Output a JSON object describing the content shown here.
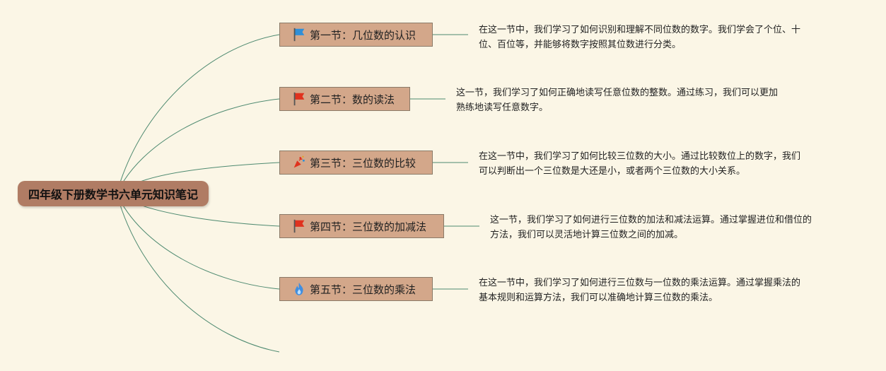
{
  "root": {
    "label": "四年级下册数学书六单元知识笔记"
  },
  "sections": [
    {
      "label": "第一节：几位数的认识",
      "icon": "blue-flag-icon",
      "note_lines": [
        "在这一节中，我们学习了如何识别和理解不同位数的数字。我们学会了个位、十",
        "位、百位等，并能够将数字按照其位数进行分类。"
      ]
    },
    {
      "label": "第二节：数的读法",
      "icon": "red-flag-icon",
      "note_lines": [
        "这一节，我们学习了如何正确地读写任意位数的整数。通过练习，我们可以更加",
        "熟练地读写任意数字。"
      ]
    },
    {
      "label": "第三节：三位数的比较",
      "icon": "party-popper-icon",
      "note_lines": [
        "在这一节中，我们学习了如何比较三位数的大小。通过比较数位上的数字，我们",
        "可以判断出一个三位数是大还是小，或者两个三位数的大小关系。"
      ]
    },
    {
      "label": "第四节：三位数的加减法",
      "icon": "red-flag-icon",
      "note_lines": [
        "这一节，我们学习了如何进行三位数的加法和减法运算。通过掌握进位和借位的",
        "方法，我们可以灵活地计算三位数之间的加减。"
      ]
    },
    {
      "label": "第五节：三位数的乘法",
      "icon": "flame-icon",
      "note_lines": [
        "在这一节中，我们学习了如何进行三位数与一位数的乘法运算。通过掌握乘法的",
        "基本规则和运算方法，我们可以准确地计算三位数的乘法。"
      ]
    }
  ],
  "colors": {
    "background": "#fbf6e6",
    "root_fill": "#b07c64",
    "branch_fill": "#d3a78a",
    "connector": "#4e8a70",
    "blue_flag": "#2f8fd8",
    "red_flag": "#e0321e",
    "flame": "#3f8ee0"
  }
}
